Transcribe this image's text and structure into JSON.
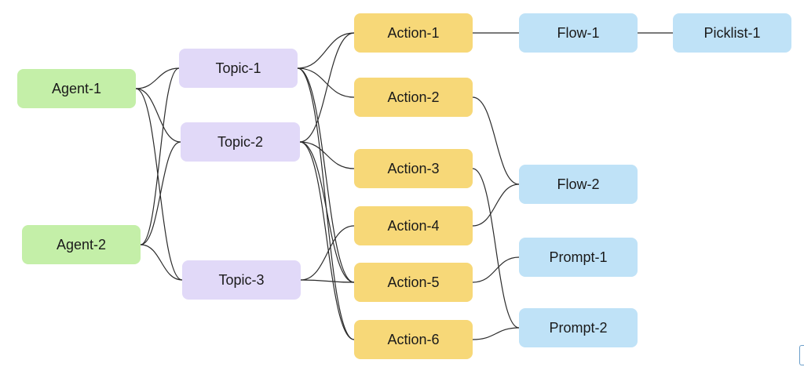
{
  "nodes": {
    "agent_1": "Agent-1",
    "agent_2": "Agent-2",
    "topic_1": "Topic-1",
    "topic_2": "Topic-2",
    "topic_3": "Topic-3",
    "action_1": "Action-1",
    "action_2": "Action-2",
    "action_3": "Action-3",
    "action_4": "Action-4",
    "action_5": "Action-5",
    "action_6": "Action-6",
    "flow_1": "Flow-1",
    "flow_2": "Flow-2",
    "prompt_1": "Prompt-1",
    "prompt_2": "Prompt-2",
    "picklist_1": "Picklist-1"
  },
  "edges": [
    [
      "agent_1",
      "topic_1"
    ],
    [
      "agent_1",
      "topic_2"
    ],
    [
      "agent_1",
      "topic_3"
    ],
    [
      "agent_2",
      "topic_1"
    ],
    [
      "agent_2",
      "topic_2"
    ],
    [
      "agent_2",
      "topic_3"
    ],
    [
      "topic_1",
      "action_1"
    ],
    [
      "topic_1",
      "action_2"
    ],
    [
      "topic_1",
      "action_5"
    ],
    [
      "topic_1",
      "action_6"
    ],
    [
      "topic_2",
      "action_1"
    ],
    [
      "topic_2",
      "action_3"
    ],
    [
      "topic_2",
      "action_5"
    ],
    [
      "topic_2",
      "action_6"
    ],
    [
      "topic_3",
      "action_4"
    ],
    [
      "topic_3",
      "action_5"
    ],
    [
      "action_1",
      "flow_1"
    ],
    [
      "action_2",
      "flow_2"
    ],
    [
      "action_4",
      "flow_2"
    ],
    [
      "action_3",
      "prompt_2"
    ],
    [
      "action_5",
      "prompt_1"
    ],
    [
      "action_6",
      "prompt_2"
    ],
    [
      "flow_1",
      "picklist_1"
    ]
  ],
  "colors": {
    "agent": "#c4efa8",
    "topic": "#e1d9f8",
    "action": "#f7d878",
    "target": "#bfe2f7",
    "edge": "#2b2b2b"
  }
}
